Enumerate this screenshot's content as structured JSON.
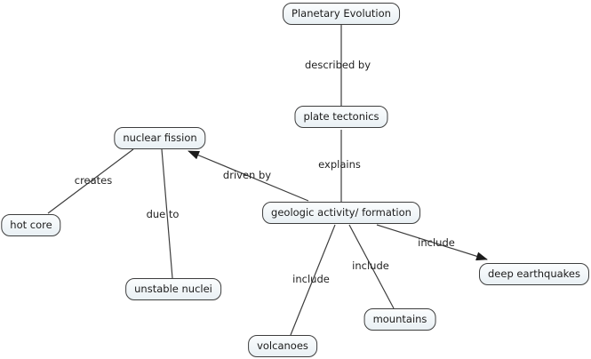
{
  "diagram": {
    "type": "concept-map",
    "root_concept": "Planetary Evolution",
    "colors": {
      "background": "#ffffff",
      "node_fill_top": "#fbfdfe",
      "node_fill_bottom": "#e9f0f4",
      "node_border": "#3e3e3e",
      "line": "#3d3d3d",
      "text": "#1b1b1b"
    },
    "nodes": [
      {
        "id": "planetary-evolution",
        "label": "Planetary Evolution"
      },
      {
        "id": "plate-tectonics",
        "label": "plate tectonics"
      },
      {
        "id": "nuclear-fission",
        "label": "nuclear fission"
      },
      {
        "id": "hot-core",
        "label": "hot core"
      },
      {
        "id": "unstable-nuclei",
        "label": "unstable nuclei"
      },
      {
        "id": "geologic-activity",
        "label": "geologic activity/ formation"
      },
      {
        "id": "volcanoes",
        "label": "volcanoes"
      },
      {
        "id": "mountains",
        "label": "mountains"
      },
      {
        "id": "deep-earthquakes",
        "label": "deep earthquakes"
      }
    ],
    "links": [
      {
        "from": "Planetary Evolution",
        "label": "described by",
        "to": "plate tectonics",
        "arrow": false
      },
      {
        "from": "plate tectonics",
        "label": "explains",
        "to": "geologic activity/ formation",
        "arrow": false
      },
      {
        "from": "geologic activity/ formation",
        "label": "driven by",
        "to": "nuclear fission",
        "arrow": true
      },
      {
        "from": "nuclear fission",
        "label": "creates",
        "to": "hot core",
        "arrow": false
      },
      {
        "from": "nuclear fission",
        "label": "due to",
        "to": "unstable nuclei",
        "arrow": false
      },
      {
        "from": "geologic activity/ formation",
        "label": "include",
        "to": "volcanoes",
        "arrow": false
      },
      {
        "from": "geologic activity/ formation",
        "label": "include",
        "to": "mountains",
        "arrow": false
      },
      {
        "from": "geologic activity/ formation",
        "label": "include",
        "to": "deep earthquakes",
        "arrow": true
      }
    ]
  }
}
